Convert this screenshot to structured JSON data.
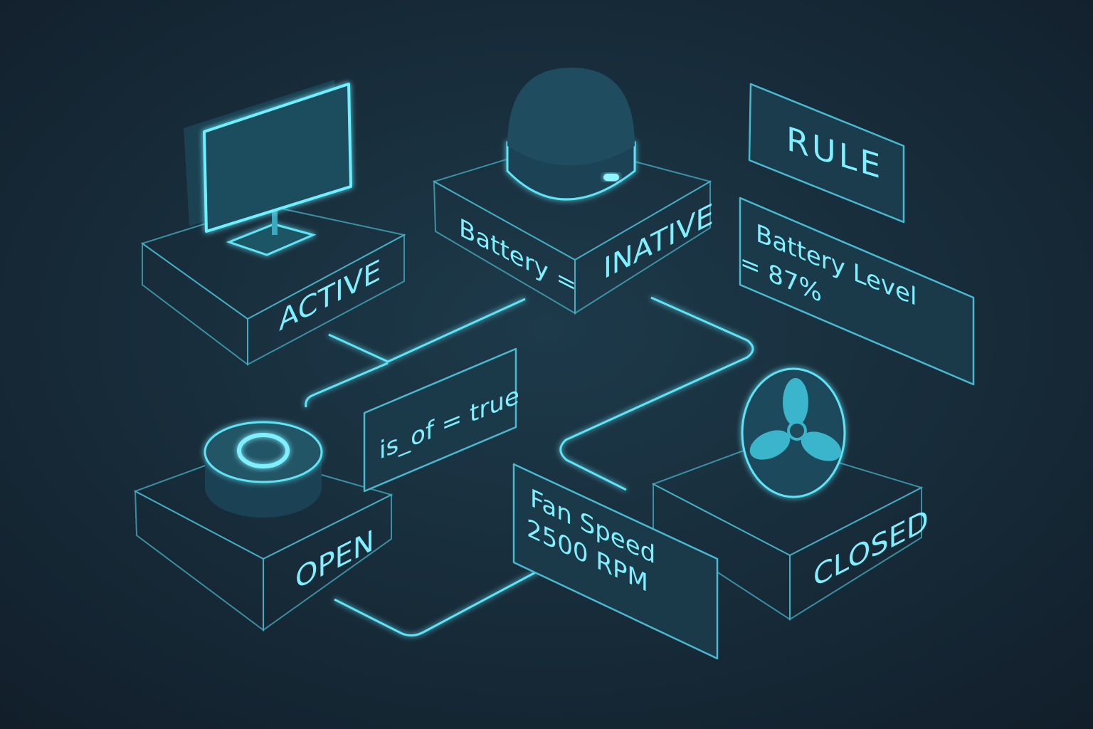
{
  "colors": {
    "background": "#14222f",
    "accent": "#5fe3f5",
    "text": "#7ff0ff",
    "face_top": "#1f4a5a",
    "face_side": "#18394a"
  },
  "nodes": {
    "monitor": {
      "icon": "monitor-icon",
      "status": "ACTIVE"
    },
    "hub": {
      "icon": "dome-hub-icon",
      "left_label": "Battery =",
      "status": "INATIVE"
    },
    "button": {
      "icon": "button-icon",
      "status": "OPEN"
    },
    "fan": {
      "icon": "fan-icon",
      "status": "CLOSED"
    }
  },
  "panels": {
    "rule": "RULE",
    "battery_line1": "Battery Level",
    "battery_line2": "= 87%",
    "condition": "is_of = true",
    "fan_line1": "Fan Speed",
    "fan_line2": "2500 RPM"
  }
}
